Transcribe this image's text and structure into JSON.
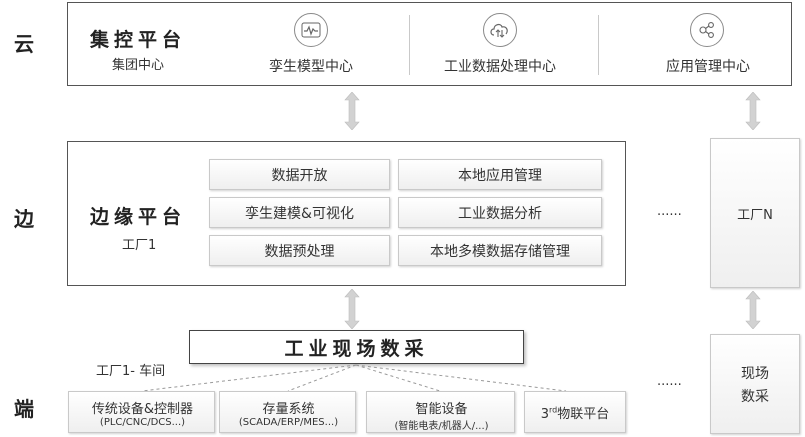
{
  "side_labels": {
    "cloud": "云",
    "edge": "边",
    "terminal": "端"
  },
  "cloud": {
    "title": "集控平台",
    "subtitle": "集团中心",
    "centers": [
      {
        "label": "孪生模型中心",
        "icon": "pulse-chart-icon"
      },
      {
        "label": "工业数据处理中心",
        "icon": "cloud-sync-icon"
      },
      {
        "label": "应用管理中心",
        "icon": "network-nodes-icon"
      }
    ]
  },
  "edge": {
    "title": "边缘平台",
    "subtitle": "工厂1",
    "left_modules": [
      "数据开放",
      "孪生建模&可视化",
      "数据预处理"
    ],
    "right_modules": [
      "本地应用管理",
      "工业数据分析",
      "本地多模数据存储管理"
    ],
    "ellipsis": "......",
    "factory_n": "工厂N"
  },
  "field": {
    "title": "工业现场数采",
    "workshop": "工厂1- 车间",
    "ellipsis": "......",
    "right_box": [
      "现场",
      "数采"
    ],
    "devices": [
      {
        "label": "传统设备&控制器",
        "sub": "(PLC/CNC/DCS...)"
      },
      {
        "label": "存量系统",
        "sub": "(SCADA/ERP/MES...)"
      },
      {
        "label": "智能设备",
        "sub": "(智能电表/机器人/...)"
      },
      {
        "label_pre": "3",
        "label_sup": "rd",
        "label_post": "物联平台"
      }
    ]
  }
}
